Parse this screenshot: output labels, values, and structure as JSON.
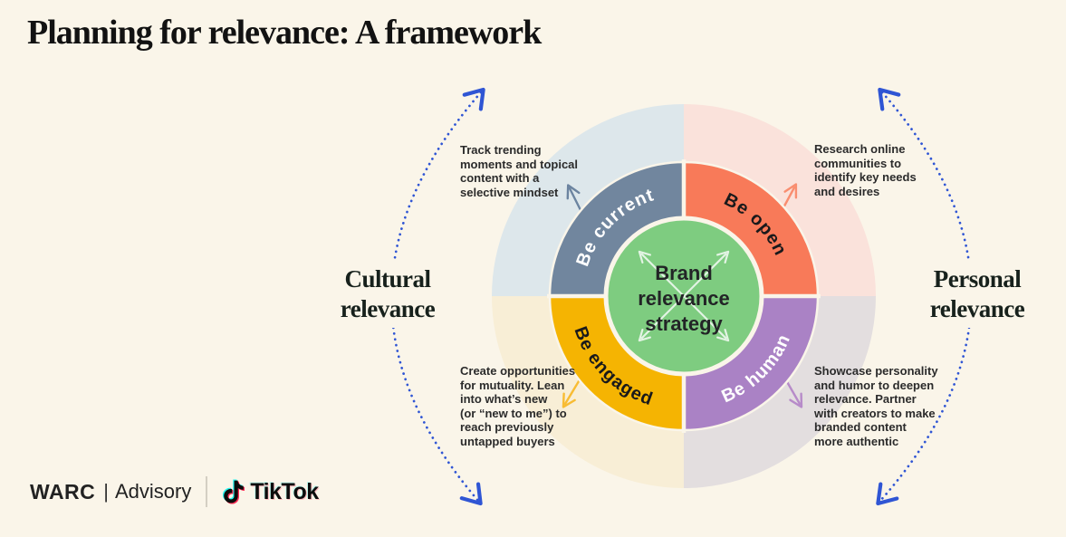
{
  "background": "#FAF5E9",
  "title": "Planning for relevance: A framework",
  "side_labels": {
    "left": [
      "Cultural",
      "relevance"
    ],
    "right": [
      "Personal",
      "relevance"
    ]
  },
  "annotations": {
    "top_left": [
      "Track trending",
      "moments and topical",
      "content with a",
      "selective mindset"
    ],
    "top_right": [
      "Research online",
      "communities to",
      "identify key needs",
      "and desires"
    ],
    "bottom_left": [
      "Create opportunities",
      "for mutuality. Lean",
      "into what’s new",
      "(or “new to me”) to",
      "reach previously",
      "untapped buyers"
    ],
    "bottom_right": [
      "Showcase personality",
      "and humor to deepen",
      "relevance. Partner",
      "with creators to make",
      "branded content",
      "more authentic"
    ]
  },
  "diagram": {
    "center": {
      "lines": [
        "Brand",
        "relevance",
        "strategy"
      ],
      "fill": "#7ECC80",
      "text_color": "#222426",
      "cross_arrow_color": "#EFF9EF"
    },
    "gap_color": "#FAF5E9",
    "segments": [
      {
        "label": "Be current",
        "ring_color": "#71869E",
        "pale_color": "#DDE7EB",
        "text_color": "#FFFFFF",
        "arrow_color": "#6C84A0"
      },
      {
        "label": "Be open",
        "ring_color": "#F87A59",
        "pale_color": "#FAE2DB",
        "text_color": "#19191B",
        "arrow_color": "#F98E70"
      },
      {
        "label": "Be engaged",
        "ring_color": "#F5B402",
        "pale_color": "#F8EED6",
        "text_color": "#19191B",
        "arrow_color": "#F8BC33"
      },
      {
        "label": "Be human",
        "ring_color": "#AA82C5",
        "pale_color": "#E3DEDF",
        "text_color": "#FFFFFF",
        "arrow_color": "#B78BC9"
      }
    ],
    "side_arrow_color": "#2F55D4"
  },
  "footer": {
    "warc": "WARC",
    "pipe": "|",
    "advisory": "Advisory",
    "tiktok": "TikTok",
    "tiktok_cyan": "#25F4EE",
    "tiktok_pink": "#FE2C55",
    "tiktok_black": "#0c0c0c"
  }
}
